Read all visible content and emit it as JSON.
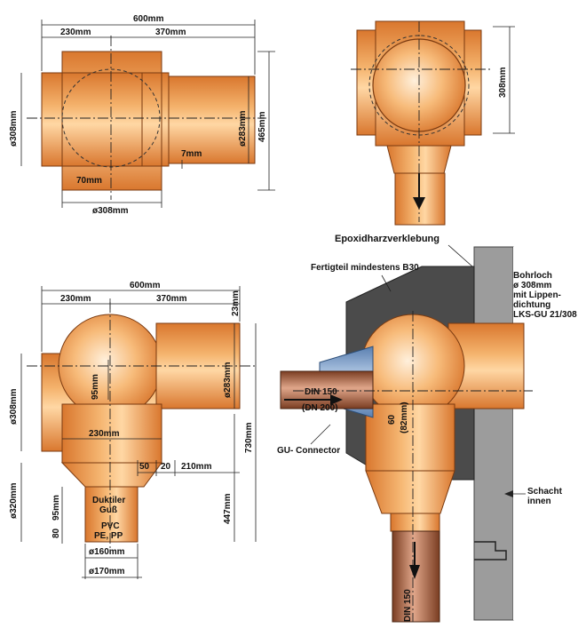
{
  "views": {
    "top_left": {
      "width_total": "600mm",
      "width_left": "230mm",
      "width_right": "370mm",
      "dia_left": "ø308mm",
      "dia_right": "ø283mm",
      "height_total": "465mm",
      "wall_7": "7mm",
      "offset_70": "70mm",
      "dia_bottom": "ø308mm"
    },
    "top_right": {
      "height_308": "308mm"
    },
    "bottom_left": {
      "width_total": "600mm",
      "width_left": "230mm",
      "width_right": "370mm",
      "top_23": "23mm",
      "dia_left": "ø308mm",
      "dia_right": "ø283mm",
      "h_95": "95mm",
      "w_230": "230mm",
      "total_730": "730mm",
      "dia_320": "ø320mm",
      "d_50": "50",
      "d_20": "20",
      "d_210": "210mm",
      "h_447": "447mm",
      "material_1": "Duktiler",
      "material_2": "Guß",
      "material_3": "PVC",
      "material_4": "PE, PP",
      "d_95": "95mm",
      "d_80": "80",
      "dia_160": "ø160mm",
      "dia_170": "ø170mm"
    },
    "bottom_right": {
      "epoxy": "Epoxidharzverklebung",
      "precast": "Fertigteil mindestens B30",
      "bore_1": "Bohrloch",
      "bore_2": "ø 308mm",
      "bore_3": "mit Lippen-",
      "bore_4": "dichtung",
      "bore_5": "LKS-GU 21/308",
      "din_1": "DIN 150",
      "din_2": "(DN 200)",
      "d60": "60",
      "d82": "(82mm)",
      "connector": "GU- Connector",
      "shaft_1": "Schacht",
      "shaft_2": "innen",
      "din_down": "DIN 150"
    }
  },
  "colors": {
    "orange_light": "#ffd49a",
    "orange_mid": "#f2a45a",
    "orange_dark": "#d9772e",
    "concrete": "#4b4b4b",
    "wall": "#9c9c9c"
  }
}
